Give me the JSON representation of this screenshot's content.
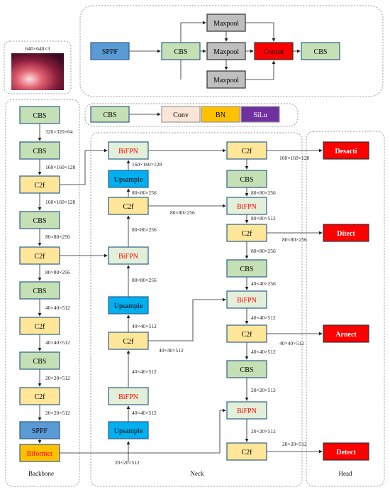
{
  "input_image": {
    "label": "640×640×3"
  },
  "legend": {
    "cbs": "CBS",
    "conv": "Conv",
    "bn": "BN",
    "silu": "SiLu"
  },
  "sppf_detail": {
    "sppf": "SPPF",
    "cbs_in": "CBS",
    "maxpool_top": "Maxpool",
    "maxpool_mid": "Maxpool",
    "maxpool_bot": "Maxpool",
    "concat": "Concat",
    "cbs_out": "CBS"
  },
  "backbone": {
    "title": "Backbone",
    "blocks": [
      "CBS",
      "CBS",
      "C2f",
      "CBS",
      "C2f",
      "CBS",
      "C2f",
      "CBS",
      "C2f",
      "SPPF",
      "Biformer"
    ],
    "edge_labels": [
      "320×320×64",
      "160×160×128",
      "160×160×128",
      "80×80×256",
      "80×80×256",
      "40×40×512",
      "40×40×512",
      "20×20×512",
      "20×20×512"
    ]
  },
  "neck": {
    "title": "Neck",
    "left_blocks": [
      "BiFPN",
      "Upsample",
      "C2f",
      "BiFPN",
      "Upsample",
      "C2f",
      "BiFPN",
      "Upsample"
    ],
    "left_labels": [
      "160×160×128",
      "80×80×256",
      "80×80×256",
      "80×80×256",
      "40×40×512",
      "40×40×512",
      "40×40×512",
      "20×20×512"
    ],
    "right_blocks": [
      "C2f",
      "CBS",
      "BiFPN",
      "C2f",
      "CBS",
      "BiFPN",
      "C2f",
      "CBS",
      "BiFPN",
      "C2f"
    ],
    "right_labels": [
      "80×80×256",
      "80×80×512",
      "80×80×256",
      "40×40×256",
      "40×40×512",
      "40×40×512",
      "20×20×512",
      "20×20×512"
    ],
    "cross_labels": [
      "80×80×256",
      "40×40×512"
    ]
  },
  "head": {
    "title": "Head",
    "outputs": [
      "Desacti",
      "Ditect",
      "Arnect",
      "Detect"
    ],
    "labels": [
      "160×160×128",
      "80×80×256",
      "40×40×512",
      "20×20×512"
    ]
  },
  "colors": {
    "green": "#c5e0b4",
    "yellow": "#ffe699",
    "blue": "#00b0f0",
    "light_blue": "#5b9bd5",
    "pale_green": "#e2f0d9",
    "red": "#ff0000",
    "gray": "#bfbfbf",
    "orange": "#ffc000",
    "purple": "#7030a0",
    "peach": "#fbe5d6"
  }
}
